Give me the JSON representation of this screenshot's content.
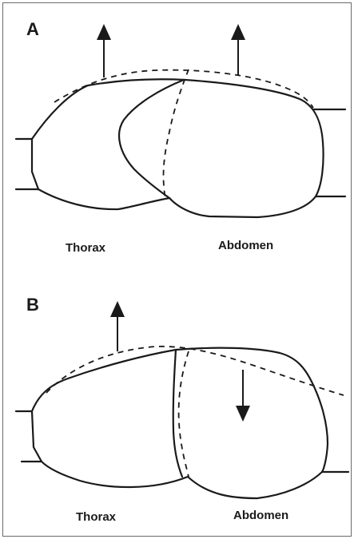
{
  "panels": [
    {
      "letter": "A",
      "labels": {
        "left": "Thorax",
        "right": "Abdomen"
      },
      "icons": [
        "up-arrow-icon",
        "up-arrow-icon"
      ]
    },
    {
      "letter": "B",
      "labels": {
        "left": "Thorax",
        "right": "Abdomen"
      },
      "icons": [
        "up-arrow-icon",
        "down-arrow-icon"
      ]
    }
  ],
  "colors": {
    "ink": "#1a1a1a",
    "frame": "#6a6a6a",
    "background": "#ffffff"
  }
}
